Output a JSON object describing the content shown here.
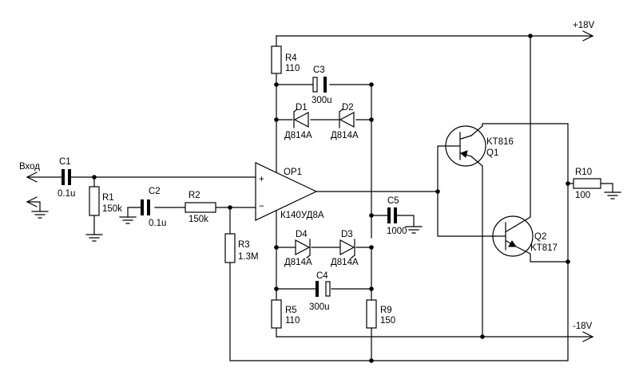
{
  "labels": {
    "input": "Вход",
    "pos_supply": "+18V",
    "neg_supply": "-18V",
    "c1": "C1",
    "c1_val": "0.1u",
    "r1": "R1",
    "r1_val": "150k",
    "c2": "C2",
    "c2_val": "0.1u",
    "r2": "R2",
    "r2_val": "150k",
    "r3": "R3",
    "r3_val": "1.3M",
    "r4": "R4",
    "r4_val": "110",
    "c3": "C3",
    "c3_val": "300u",
    "d1": "D1",
    "d1_val": "Д814А",
    "d2": "D2",
    "d2_val": "Д814А",
    "op1": "OP1",
    "op1_part": "К140УД8А",
    "op_plus": "+",
    "op_minus": "−",
    "c5": "C5",
    "c5_val": "1000",
    "d4": "D4",
    "d4_val": "Д814А",
    "d3": "D3",
    "d3_val": "Д814А",
    "c4": "C4",
    "c4_val": "300u",
    "r5": "R5",
    "r5_val": "110",
    "r9": "R9",
    "r9_val": "150",
    "q1_part": "KT816",
    "q1": "Q1",
    "q2": "Q2",
    "q2_part": "KT817",
    "r10": "R10",
    "r10_val": "100"
  }
}
